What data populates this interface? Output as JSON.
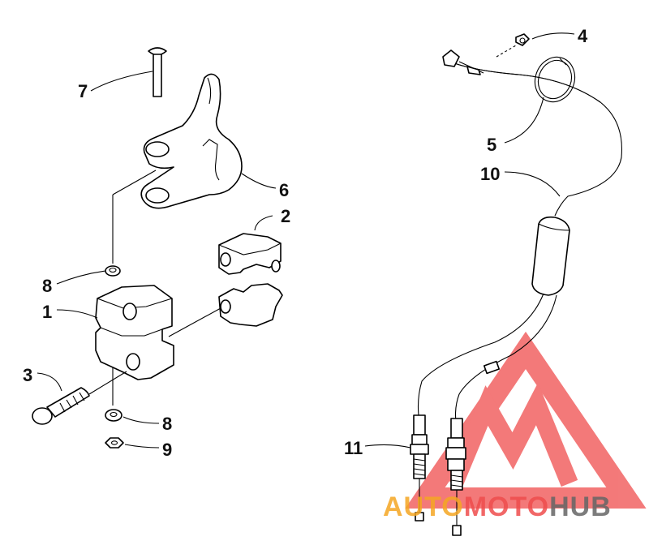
{
  "callouts": {
    "c1": "1",
    "c2": "2",
    "c3": "3",
    "c4": "4",
    "c5": "5",
    "c6": "6",
    "c7": "7",
    "c8a": "8",
    "c8b": "8",
    "c9": "9",
    "c10": "10",
    "c11": "11"
  },
  "watermark": {
    "part1": "AUTO",
    "part2": "MOTO",
    "part3": "HUB",
    "color_orange": "#f5a623",
    "color_red": "#ef4d4d",
    "color_gray": "#666666"
  }
}
